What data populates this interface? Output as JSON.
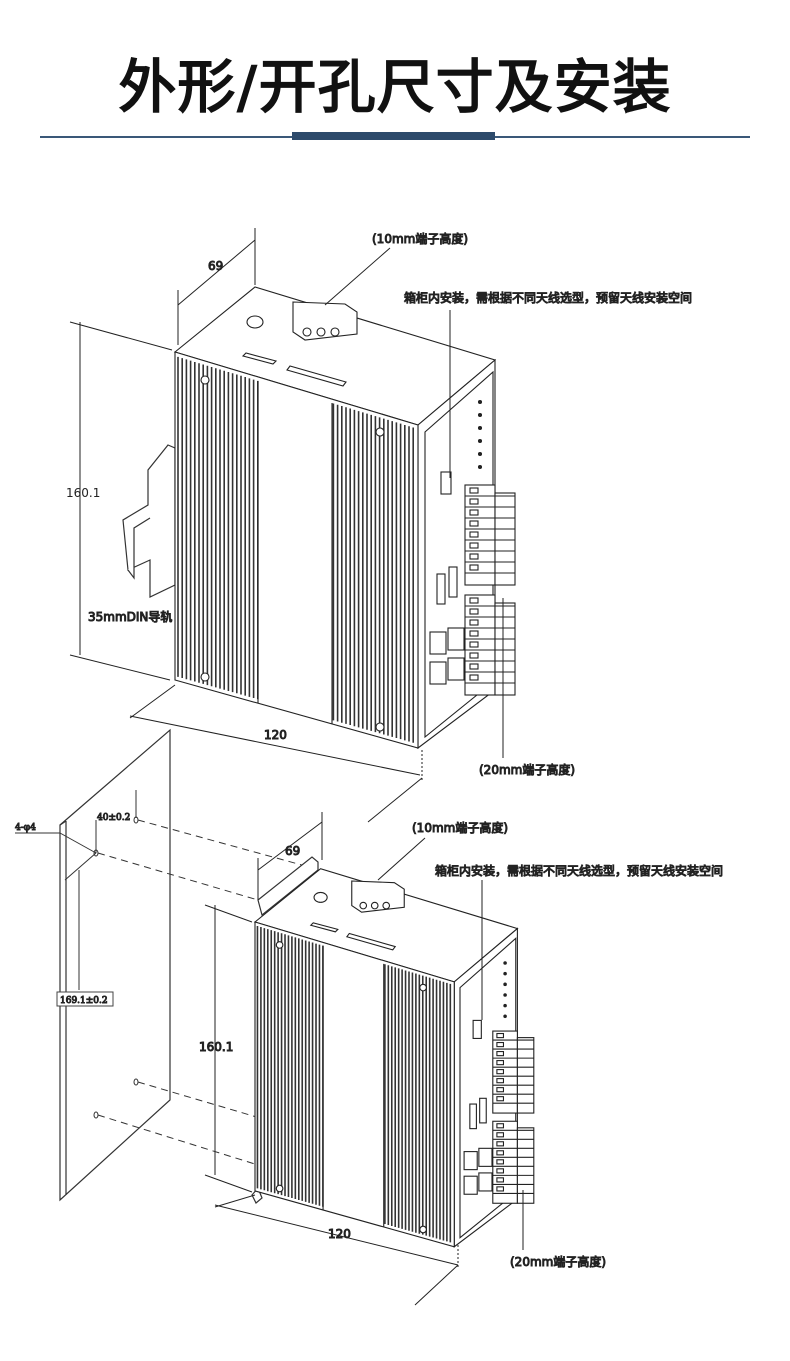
{
  "title": "外形/开孔尺寸及安装",
  "accent_color": "#2d4a6b",
  "top_view": {
    "depth_dim": "69",
    "height_dim": "160.1",
    "width_dim": "120",
    "terminal_10mm": "(10mm端子高度)",
    "terminal_20mm": "(20mm端子高度)",
    "antenna_note": "箱柜内安装，需根据不同天线选型，预留天线安装空间",
    "din_rail": "35mmDIN导轨"
  },
  "bottom_view": {
    "depth_dim": "69",
    "height_dim": "160.1",
    "width_dim": "120",
    "terminal_10mm": "(10mm端子高度)",
    "terminal_20mm": "(20mm端子高度)",
    "antenna_note": "箱柜内安装，需根据不同天线选型，预留天线安装空间",
    "hole_spec": "4-φ4",
    "hole_spacing": "40±0.2",
    "hole_height": "169.1±0.2"
  }
}
